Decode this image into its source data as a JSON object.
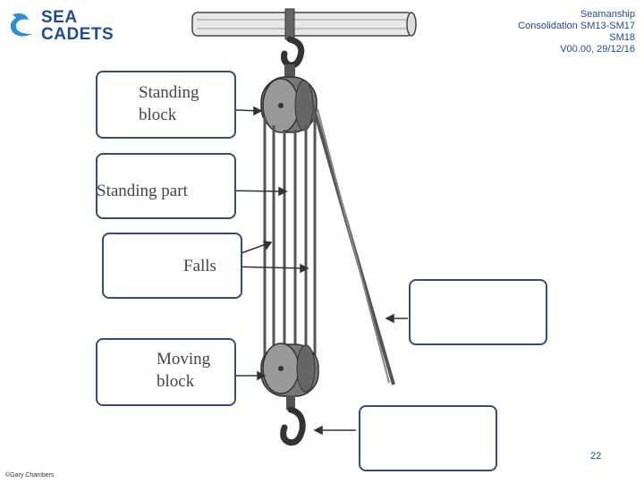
{
  "logo": {
    "line1": "SEA",
    "line2": "CADETS"
  },
  "header": {
    "lines": [
      "Seamanship",
      "Consolidation SM13-SM17",
      "SM18",
      "V00.00, 29/12/16"
    ]
  },
  "labels": {
    "standing_block": [
      "Standing",
      "block"
    ],
    "standing_part": "Standing part",
    "falls": "Falls",
    "moving_block": [
      "Moving",
      "block"
    ]
  },
  "footer": {
    "page_number": "22",
    "credit": "©Gary Chambers"
  },
  "colors": {
    "brand": "#1e4c8f",
    "box_border": "#3a4b7a",
    "rope": "#555555"
  }
}
